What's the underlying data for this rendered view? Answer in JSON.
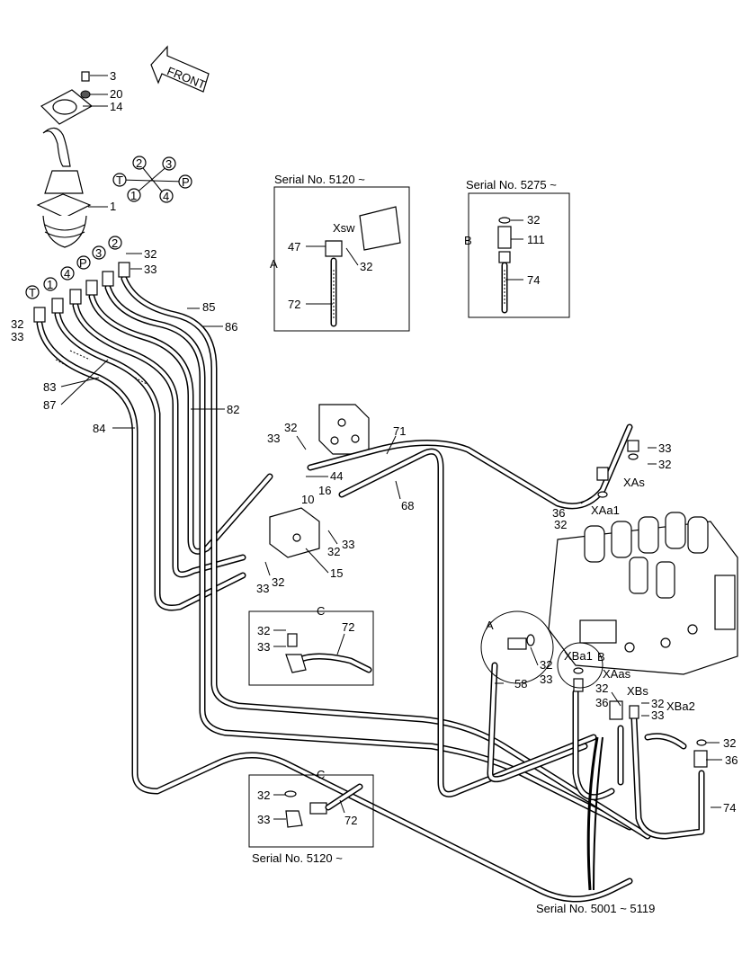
{
  "front_label": "FRONT",
  "serial_labels": {
    "a_box": "Serial No. 5120 ~",
    "b_box": "Serial No. 5275 ~",
    "c_box_lower": "Serial No. 5120 ~",
    "bottom": "Serial No. 5001 ~ 5119"
  },
  "detail_letters": {
    "a": "A",
    "b": "B",
    "c": "C",
    "a_circle": "A",
    "b_circle": "B"
  },
  "port_labels": {
    "xsw": "Xsw",
    "xas": "XAs",
    "xaa1": "XAa1",
    "xba1": "XBa1",
    "xaas": "XAas",
    "xbs": "XBs",
    "xba2": "XBa2"
  },
  "circled_ports": [
    "T",
    "1",
    "4",
    "P",
    "3",
    "2"
  ],
  "pattern_ports": [
    "2",
    "3",
    "P",
    "4",
    "1",
    "T"
  ],
  "part_numbers": {
    "n3": "3",
    "n20": "20",
    "n14": "14",
    "n1": "1",
    "n32_j1": "32",
    "n33_j1": "33",
    "n32_j2": "32",
    "n33_j2": "33",
    "n85": "85",
    "n86": "86",
    "n83": "83",
    "n87": "87",
    "n82": "82",
    "n84": "84",
    "n32_m1": "32",
    "n33_m1": "33",
    "n44": "44",
    "n16": "16",
    "n10": "10",
    "n32_m2": "32",
    "n33_m2": "33",
    "n15": "15",
    "n33_m3": "33",
    "n32_m3": "32",
    "n71": "71",
    "n68": "68",
    "n36_v": "36",
    "n32_v": "32",
    "n33_v1": "33",
    "n32_v1": "32",
    "n47": "47",
    "n32_a": "32",
    "n72_a": "72",
    "n32_b": "32",
    "n111": "111",
    "n74_b": "74",
    "n32_c1": "32",
    "n33_c1": "33",
    "n72_c1": "72",
    "n32_ca": "32",
    "n33_ca": "33",
    "n58": "58",
    "n32_x1": "32",
    "n36_x1": "36",
    "n32_x2": "32",
    "n33_x2": "33",
    "n32_x3": "32",
    "n36_x3": "36",
    "n74": "74",
    "n32_c2": "32",
    "n33_c2": "33",
    "n72_c2": "72"
  }
}
